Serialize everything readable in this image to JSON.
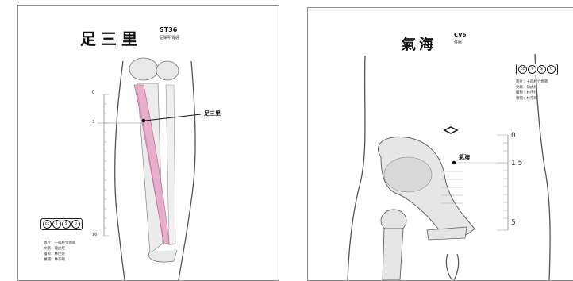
{
  "left_panel": {
    "title": "足三里",
    "code": "ST36",
    "subtitle": "足陽明胃經",
    "point_label": "足三里",
    "ticks": {
      "top": "0",
      "mid": "3",
      "bottom": "16"
    },
    "credits": [
      "圖片：十四經穴圖鑑",
      "文獻：龍虎經",
      "繪製：林佳吟",
      "審閱：林宗翰"
    ],
    "license_icons": [
      "cc-icon",
      "by-icon",
      "nc-icon",
      "sa-icon"
    ]
  },
  "right_panel": {
    "title": "氣海",
    "code": "CV6",
    "subtitle": "任脈",
    "point_label": "氣海",
    "ticks": {
      "top": "0",
      "mid": "1.5",
      "bottom": "5"
    },
    "credits": [
      "圖片：十四經穴圖鑑",
      "文獻：龍虎經",
      "繪製：林佳吟",
      "審閱：林宗翰"
    ],
    "license_icons": [
      "cc-icon",
      "by-icon",
      "nc-icon",
      "sa-icon"
    ]
  },
  "colors": {
    "muscle": "#e6a9c8",
    "muscle_dark": "#c46a9b",
    "bone": "#e8e8e8",
    "outline": "#555555"
  }
}
